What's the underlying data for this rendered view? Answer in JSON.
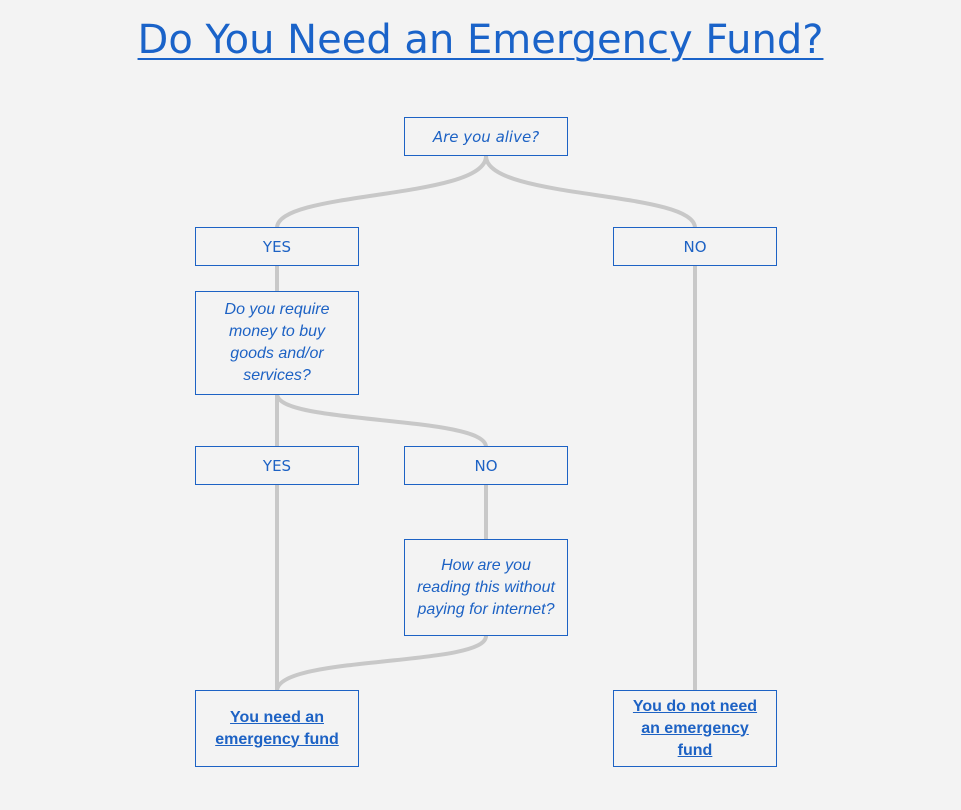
{
  "title": "Do You Need an Emergency Fund?",
  "colors": {
    "background": "#f3f3f3",
    "accent": "#1d62c4",
    "connector": "#c8c8c8"
  },
  "nodes": {
    "q_alive": "Are you alive?",
    "a_alive_yes": "YES",
    "a_alive_no": "NO",
    "q_money": "Do you require money to buy goods and/or services?",
    "a_money_yes": "YES",
    "a_money_no": "NO",
    "q_internet": "How are you reading this without paying for internet?",
    "result_need": "You need an emergency fund",
    "result_no_need": "You do not need an emergency fund"
  }
}
